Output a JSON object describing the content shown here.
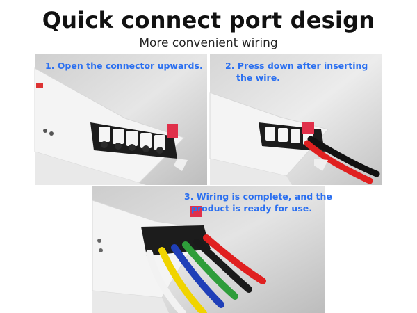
{
  "header": {
    "title": "Quick connect port design",
    "subtitle": "More convenient wiring"
  },
  "steps": [
    {
      "lines": [
        "1. Open the connector upwards."
      ]
    },
    {
      "lines": [
        "2. Press down after inserting",
        "the wire."
      ]
    },
    {
      "lines": [
        "3. Wiring is complete, and the",
        "product is ready for use."
      ]
    }
  ],
  "colors": {
    "step_text": "#2a6ff0",
    "wire_red": "#e02020",
    "wire_black": "#1a1a1a",
    "wire_green": "#2e9d3a",
    "wire_blue": "#1f3fb8",
    "wire_yellow": "#f0d400",
    "wire_white": "#f2f2f2"
  }
}
